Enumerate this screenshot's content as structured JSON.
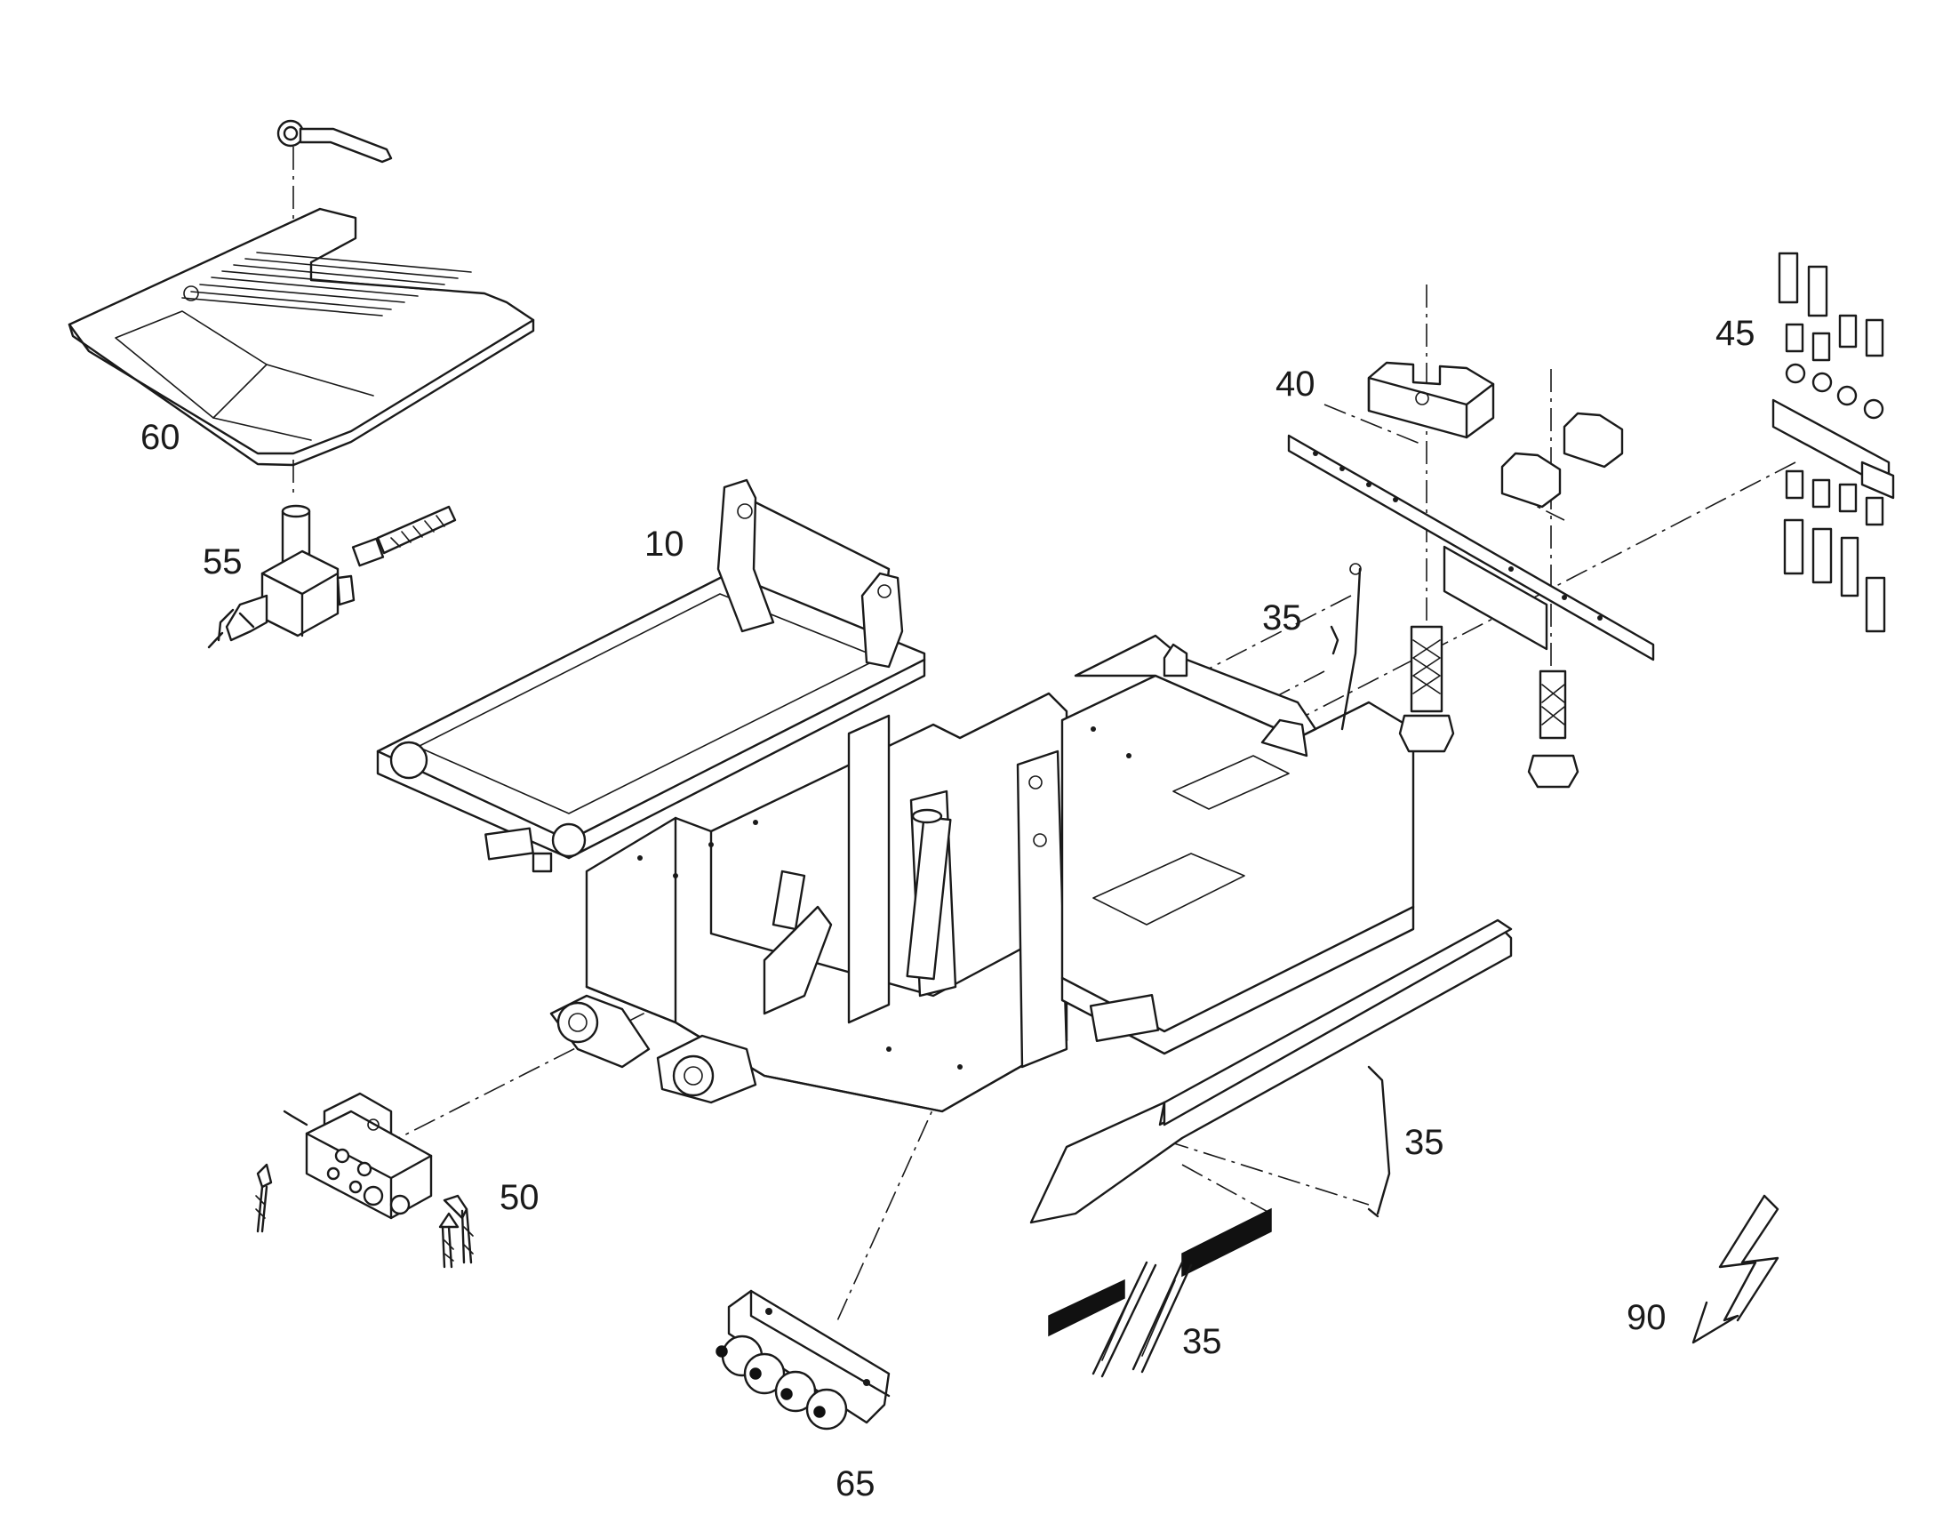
{
  "callouts": {
    "c10": "10",
    "c35a": "35",
    "c35b": "35",
    "c35c": "35",
    "c40": "40",
    "c45": "45",
    "c50": "50",
    "c55": "55",
    "c60": "60",
    "c65": "65",
    "c90": "90"
  },
  "icons": {
    "wrench": "wrench-icon",
    "lightning": "lightning-icon"
  },
  "colors": {
    "line": "#1a1a1a",
    "background": "#ffffff"
  }
}
